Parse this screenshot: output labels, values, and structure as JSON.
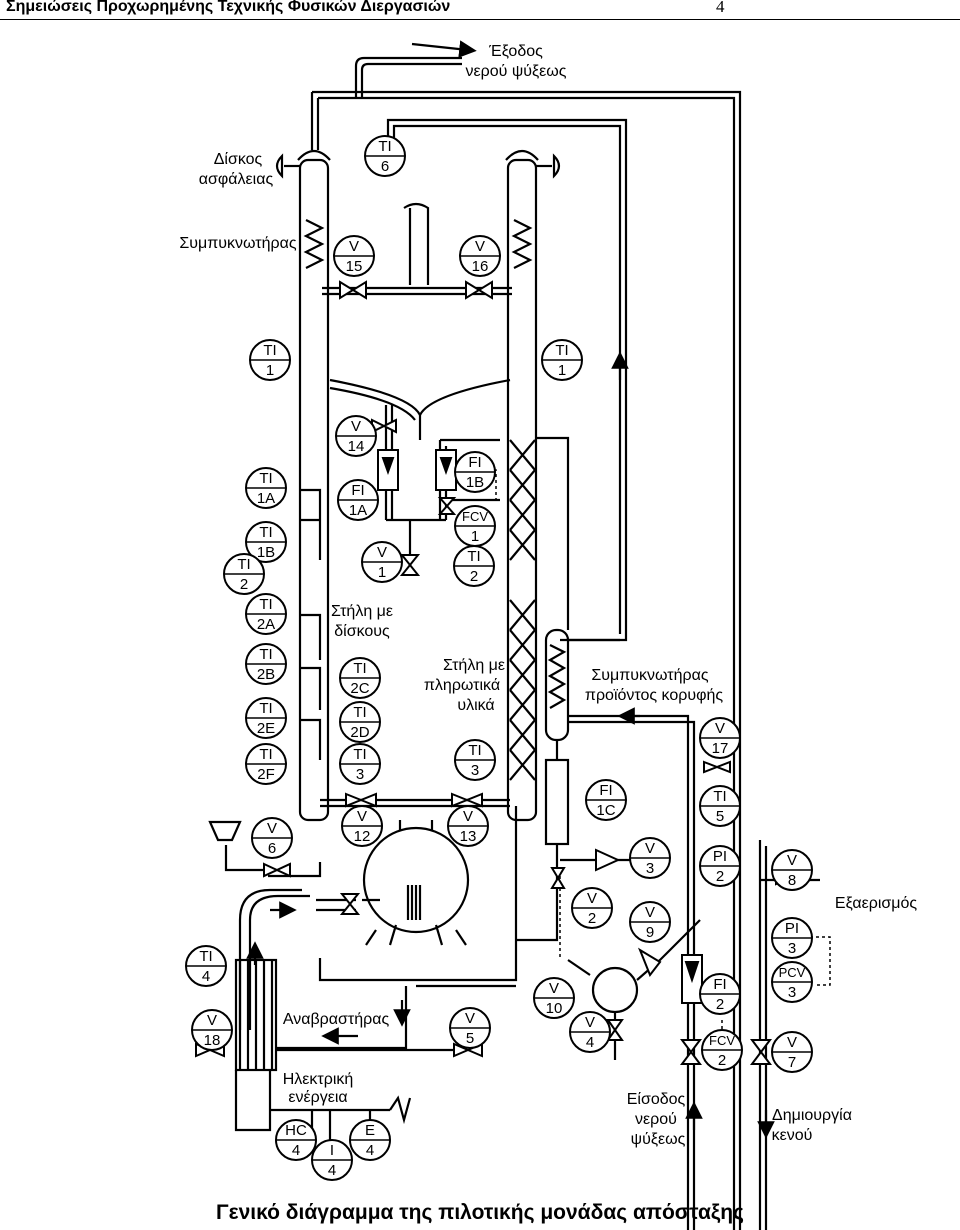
{
  "header": {
    "title": "Σημειώσεις Προχωρημένης Τεχνικής Φυσικών Διεργασιών",
    "page": "4"
  },
  "caption": "Γενικό διάγραμμα της πιλοτικής μονάδας απόσταξης",
  "labels": {
    "cooling_out": [
      "Έξοδος",
      "νερού ψύξεως"
    ],
    "rupture_disc": [
      "Δίσκος",
      "ασφάλειας"
    ],
    "condenser": [
      "Συμπυκνωτήρας"
    ],
    "tray_column": [
      "Στήλη με",
      "δίσκους"
    ],
    "packed_column": [
      "Στήλη με",
      "πληρωτικά",
      "υλικά"
    ],
    "top_condenser": [
      "Συμπυκνωτήρας",
      "προϊόντος κορυφής"
    ],
    "vent": [
      "Εξαερισμός"
    ],
    "reboiler": [
      "Αναβραστήρας"
    ],
    "power": [
      "Ηλεκτρική",
      "ενέργεια"
    ],
    "cooling_in": [
      "Είσοδος",
      "νερού",
      "ψύξεως"
    ],
    "vacuum": [
      "Δημιουργία",
      "κενού"
    ]
  },
  "instruments": [
    {
      "id": "TI6",
      "l1": "TI",
      "l2": "6"
    },
    {
      "id": "V15",
      "l1": "V",
      "l2": "15"
    },
    {
      "id": "V16",
      "l1": "V",
      "l2": "16"
    },
    {
      "id": "TI1L",
      "l1": "TI",
      "l2": "1"
    },
    {
      "id": "TI1R",
      "l1": "TI",
      "l2": "1"
    },
    {
      "id": "V14",
      "l1": "V",
      "l2": "14"
    },
    {
      "id": "FI1B",
      "l1": "FI",
      "l2": "1B"
    },
    {
      "id": "TI1A",
      "l1": "TI",
      "l2": "1A"
    },
    {
      "id": "FI1A",
      "l1": "FI",
      "l2": "1A"
    },
    {
      "id": "FCV1",
      "l1": "FCV",
      "l2": "1"
    },
    {
      "id": "TI1B",
      "l1": "TI",
      "l2": "1B"
    },
    {
      "id": "V1",
      "l1": "V",
      "l2": "1"
    },
    {
      "id": "TI2top",
      "l1": "TI",
      "l2": "2"
    },
    {
      "id": "TI2",
      "l1": "TI",
      "l2": "2"
    },
    {
      "id": "TI2A",
      "l1": "TI",
      "l2": "2A"
    },
    {
      "id": "TI2B",
      "l1": "TI",
      "l2": "2B"
    },
    {
      "id": "TI2C",
      "l1": "TI",
      "l2": "2C"
    },
    {
      "id": "TI2E",
      "l1": "TI",
      "l2": "2E"
    },
    {
      "id": "TI2D",
      "l1": "TI",
      "l2": "2D"
    },
    {
      "id": "V17",
      "l1": "V",
      "l2": "17"
    },
    {
      "id": "TI2F",
      "l1": "TI",
      "l2": "2F"
    },
    {
      "id": "TI3L",
      "l1": "TI",
      "l2": "3"
    },
    {
      "id": "TI3R",
      "l1": "TI",
      "l2": "3"
    },
    {
      "id": "FI1C",
      "l1": "FI",
      "l2": "1C"
    },
    {
      "id": "TI5",
      "l1": "TI",
      "l2": "5"
    },
    {
      "id": "V6",
      "l1": "V",
      "l2": "6"
    },
    {
      "id": "V12",
      "l1": "V",
      "l2": "12"
    },
    {
      "id": "V13",
      "l1": "V",
      "l2": "13"
    },
    {
      "id": "V3",
      "l1": "V",
      "l2": "3"
    },
    {
      "id": "PI2",
      "l1": "PI",
      "l2": "2"
    },
    {
      "id": "V8",
      "l1": "V",
      "l2": "8"
    },
    {
      "id": "V2",
      "l1": "V",
      "l2": "2"
    },
    {
      "id": "V9",
      "l1": "V",
      "l2": "9"
    },
    {
      "id": "PI3",
      "l1": "PI",
      "l2": "3"
    },
    {
      "id": "TI4",
      "l1": "TI",
      "l2": "4"
    },
    {
      "id": "FI2",
      "l1": "FI",
      "l2": "2"
    },
    {
      "id": "PCV3",
      "l1": "PCV",
      "l2": "3"
    },
    {
      "id": "V10",
      "l1": "V",
      "l2": "10"
    },
    {
      "id": "V18",
      "l1": "V",
      "l2": "18"
    },
    {
      "id": "V5",
      "l1": "V",
      "l2": "5"
    },
    {
      "id": "V4",
      "l1": "V",
      "l2": "4"
    },
    {
      "id": "FCV2",
      "l1": "FCV",
      "l2": "2"
    },
    {
      "id": "V7",
      "l1": "V",
      "l2": "7"
    },
    {
      "id": "HC4",
      "l1": "HC",
      "l2": "4"
    },
    {
      "id": "E4",
      "l1": "E",
      "l2": "4"
    },
    {
      "id": "I4",
      "l1": "I",
      "l2": "4"
    }
  ]
}
